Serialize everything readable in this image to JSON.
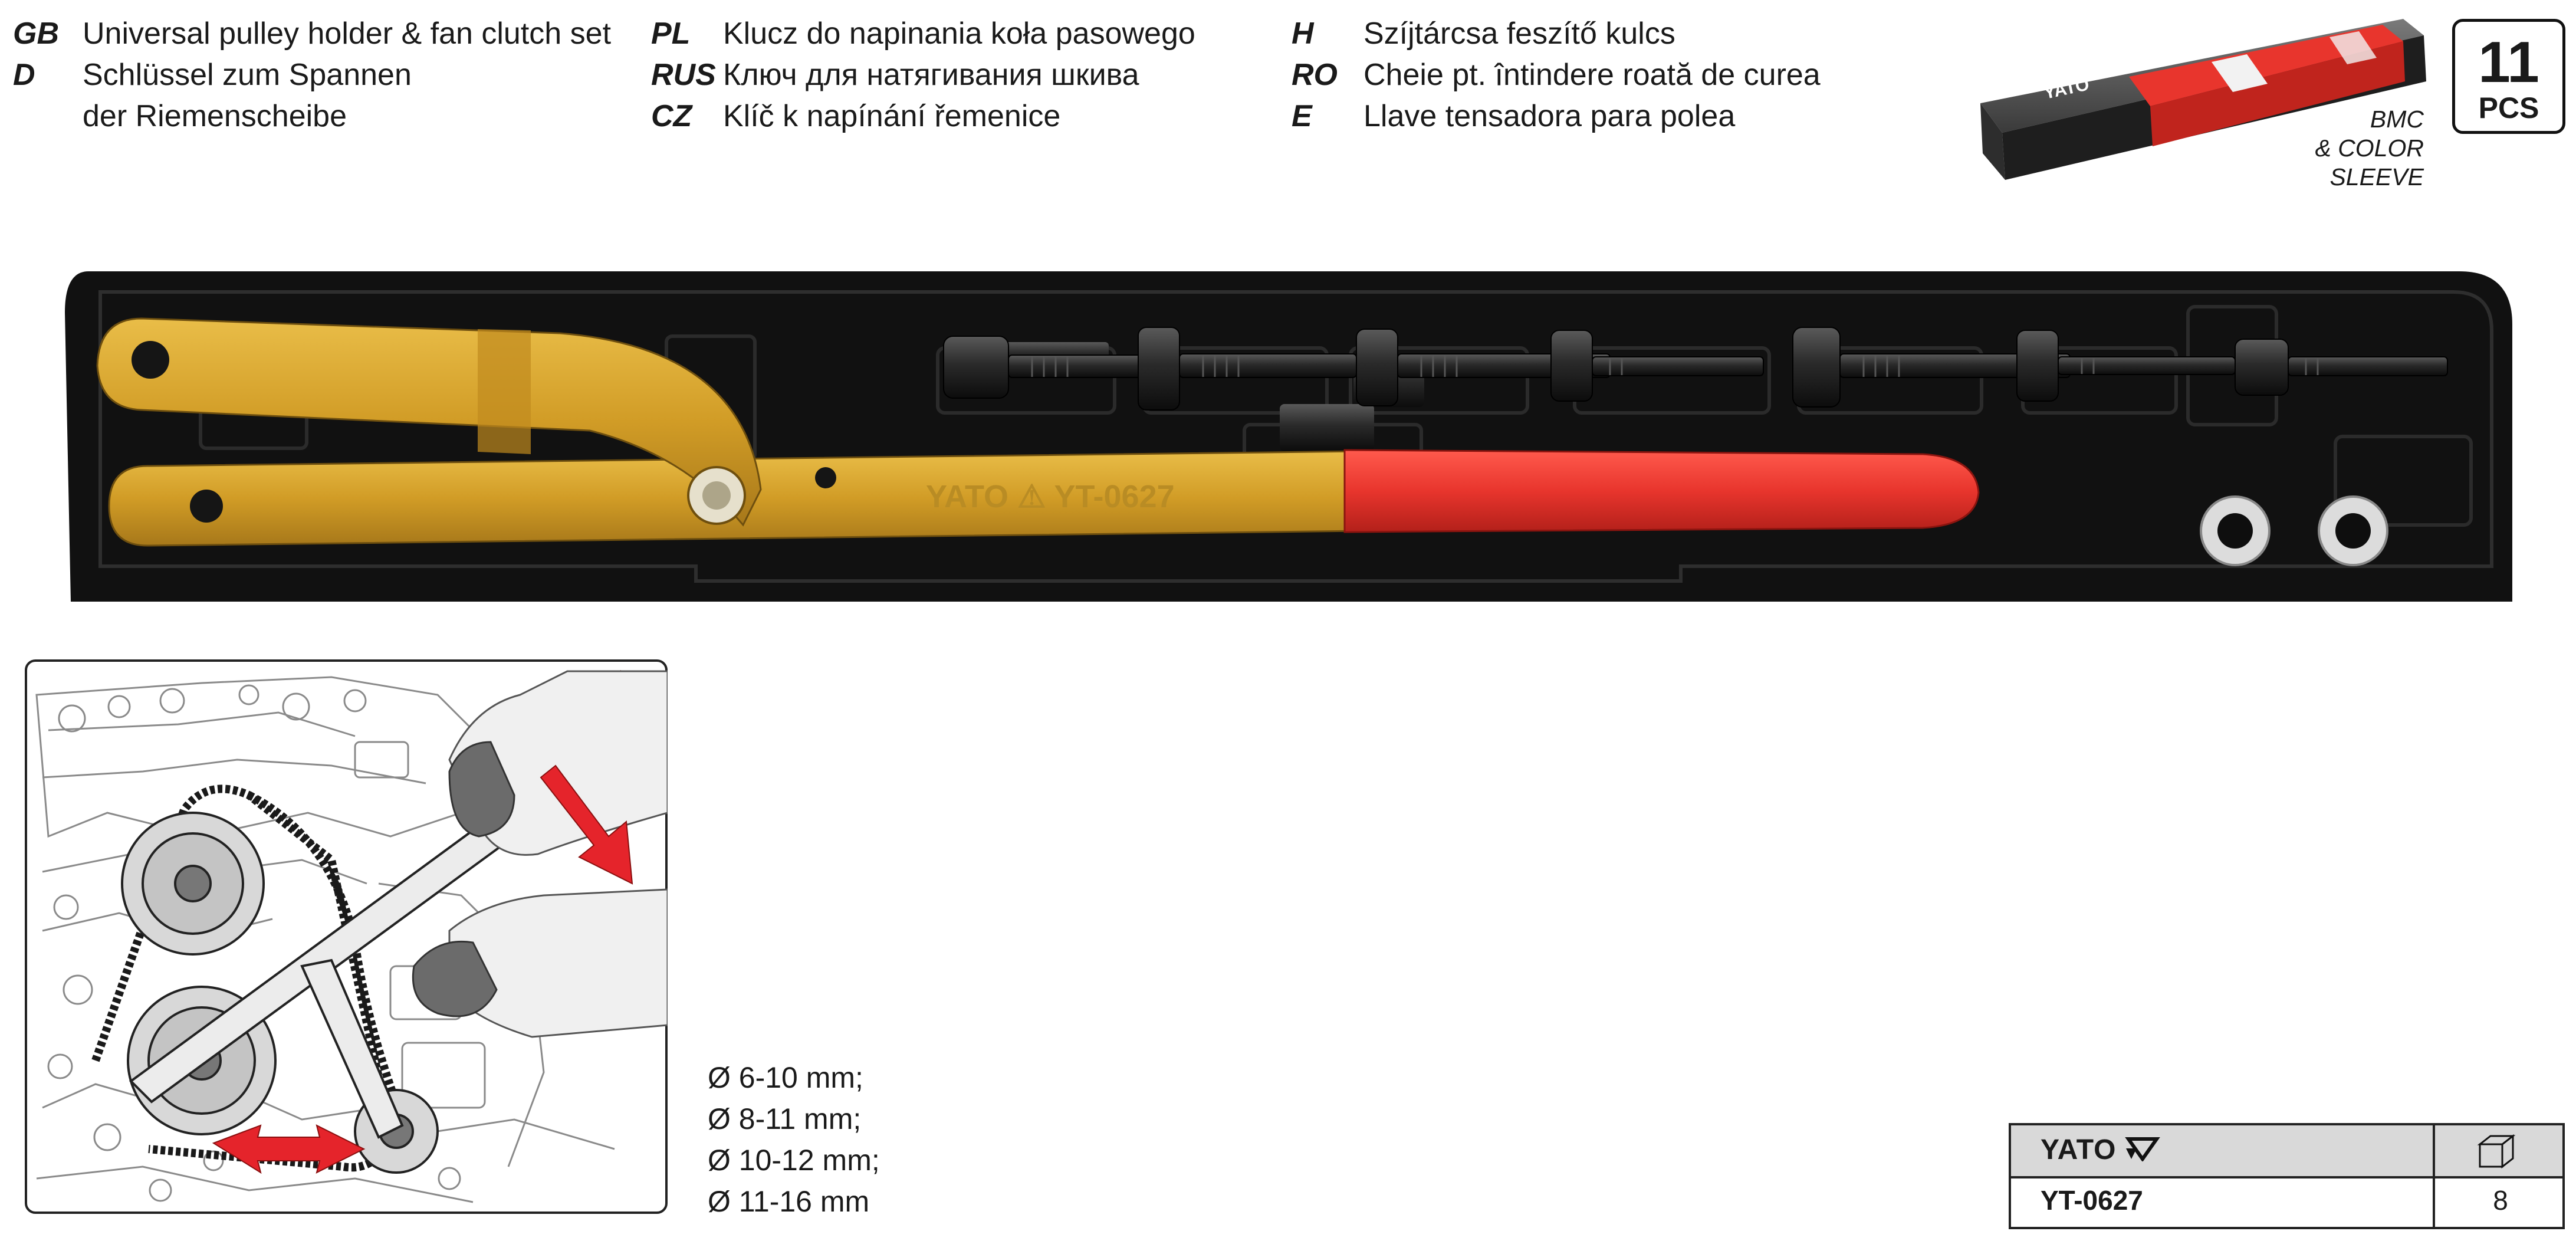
{
  "languages": [
    {
      "code": "GB",
      "lines": [
        "Universal pulley holder & fan clutch set"
      ]
    },
    {
      "code": "D",
      "lines": [
        "Schlüssel zum Spannen",
        "der Riemenscheibe"
      ]
    },
    {
      "code": "PL",
      "lines": [
        "Klucz do napinania koła pasowego"
      ]
    },
    {
      "code": "RUS",
      "lines": [
        "Ключ для натягивания шкива"
      ]
    },
    {
      "code": "CZ",
      "lines": [
        "Klíč k napínání řemenice"
      ]
    },
    {
      "code": "H",
      "lines": [
        "Szíjtárcsa feszítő kulcs"
      ]
    },
    {
      "code": "RO",
      "lines": [
        "Cheie pt. întindere roată de curea"
      ]
    },
    {
      "code": "E",
      "lines": [
        "Llave tensadora para polea"
      ]
    }
  ],
  "packaging": {
    "line1": "BMC",
    "line2": "& COLOR",
    "line3": "SLEEVE",
    "sleeve_brand": "YATO"
  },
  "pcs": {
    "count": "11",
    "label": "PCS"
  },
  "tool": {
    "engraving": "YATO ⚠ YT-0627"
  },
  "sizes": [
    "Ø 6-10 mm;",
    "Ø 8-11 mm;",
    "Ø 10-12 mm;",
    "Ø 11-16 mm"
  ],
  "table": {
    "brand": "YATO",
    "code": "YT-0627",
    "qty": "8"
  },
  "colors": {
    "gold": "#d4a32c",
    "red": "#e8352d",
    "tray": "#121212",
    "arrow": "#e5242b"
  }
}
